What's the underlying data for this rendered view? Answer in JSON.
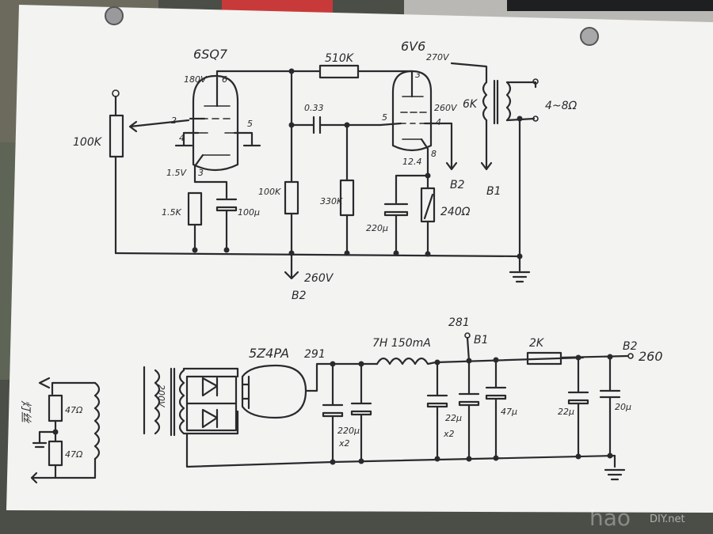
{
  "tube": {
    "preamp_type": "6SQ7",
    "power_type": "6V6",
    "rectifier_type": "5Z4PA"
  },
  "preamp": {
    "pot_label": "100K",
    "plate_voltage": "180V",
    "plate_pin": "6",
    "grid_pin": "2",
    "pin4": "4",
    "pin5": "5",
    "cathode_pin": "3",
    "cathode_voltage": "1.5V",
    "cathode_resistor": "1.5K",
    "cathode_cap": "100μ",
    "plate_load": "100K"
  },
  "coupling": {
    "series_resistor": "510K",
    "coupling_cap": "0.33",
    "grid_leak": "330K"
  },
  "power": {
    "plate_voltage": "270V",
    "plate_pin": "3",
    "screen_voltage": "260V",
    "grid_pin": "5",
    "screen_pin": "4",
    "cathode_pin": "8",
    "cathode_voltage": "12.4",
    "cathode_cap": "220μ",
    "cathode_resistor": "240Ω",
    "out_transformer": "6K",
    "speaker": "4~8Ω",
    "b2_label": "B2",
    "b1_label": "B1"
  },
  "supply_rail": {
    "voltage": "260V",
    "label": "B2"
  },
  "psu": {
    "transformer_secondary": "200V",
    "rectifier_out_voltage": "291",
    "choke": "7H 150mA",
    "b1_voltage": "281",
    "b1_label": "B1",
    "filter_cap_1": "220μ",
    "filter_cap_1_count": "x2",
    "filter_cap_2": "22μ",
    "filter_cap_2_count": "x2",
    "filter_cap_3": "47μ",
    "dropping_resistor": "2K",
    "b2_label": "B2",
    "b2_voltage": "260",
    "filter_cap_4": "22μ",
    "filter_cap_5": "20μ"
  },
  "heater": {
    "label": "灯丝",
    "resistor_1": "47Ω",
    "resistor_2": "47Ω"
  },
  "watermark": {
    "main": "hao",
    "site": "DIY.net"
  }
}
